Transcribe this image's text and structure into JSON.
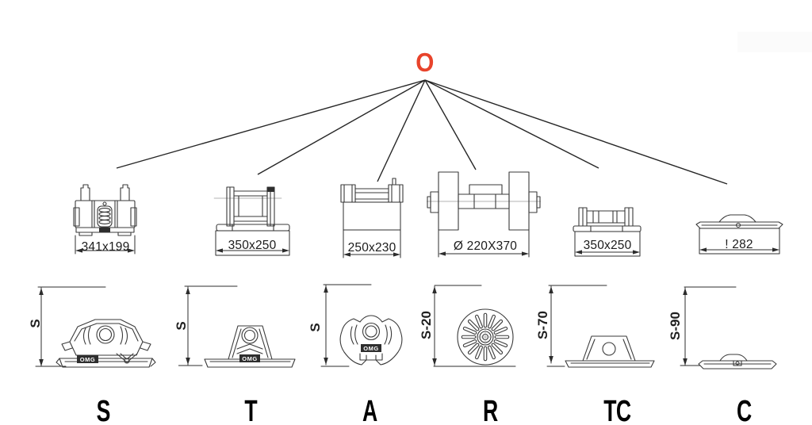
{
  "root": {
    "label": "O"
  },
  "brand": {
    "logo": "OMG"
  },
  "colors": {
    "accent": "#e8432b",
    "line": "#3a3a3a"
  },
  "products": [
    {
      "code": "S",
      "top_dimension": "341x199",
      "height_label": "S"
    },
    {
      "code": "T",
      "top_dimension": "350x250",
      "height_label": "S"
    },
    {
      "code": "A",
      "top_dimension": "250x230",
      "height_label": "S"
    },
    {
      "code": "R",
      "top_dimension": "Ø 220X370",
      "height_label": "S-20"
    },
    {
      "code": "TC",
      "top_dimension": "350x250",
      "height_label": "S-70"
    },
    {
      "code": "C",
      "top_dimension": "! 282",
      "height_label": "S-90"
    }
  ]
}
